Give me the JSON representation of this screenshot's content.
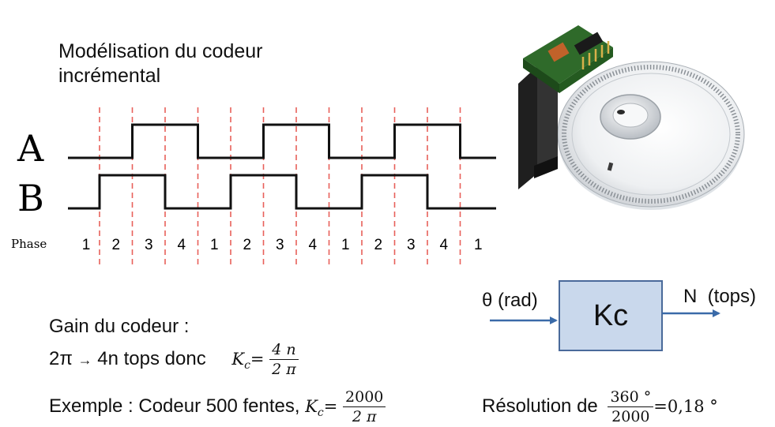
{
  "title": "Modélisation du codeur incrémental",
  "timing": {
    "signal_a_label": "A",
    "signal_b_label": "B",
    "phase_label": "Phase",
    "phases": [
      "1",
      "2",
      "3",
      "4",
      "1",
      "2",
      "3",
      "4",
      "1",
      "2",
      "3",
      "4",
      "1"
    ],
    "signal_a": [
      0,
      0,
      1,
      1,
      0,
      0,
      1,
      1,
      0,
      0,
      1,
      1,
      0
    ],
    "signal_b": [
      0,
      1,
      1,
      0,
      0,
      1,
      1,
      0,
      0,
      1,
      1,
      0,
      0
    ],
    "colors": {
      "signal": "#111111",
      "divider": "#e8605a"
    }
  },
  "block": {
    "input_label": "θ (rad)",
    "gain_label": "Kc",
    "output_label": "N  (tops)",
    "colors": {
      "fill": "#c9d8ec",
      "stroke": "#4a6a9a",
      "arrow": "#3a6aa8"
    }
  },
  "gain": {
    "title": "Gain du codeur :",
    "lhs": "2π",
    "arrow": "→",
    "rhs": "4n tops donc",
    "k_symbol": "K",
    "k_sub": "c",
    "equals": "=",
    "num": "4 n",
    "den": "2 π"
  },
  "example": {
    "text": "Exemple : Codeur 500 fentes,",
    "k_symbol": "K",
    "k_sub": "c",
    "equals": "=",
    "num": "2000",
    "den": "2 π"
  },
  "resolution": {
    "text": "Résolution de",
    "num": "360 °",
    "den": "2000",
    "result": "=0,18 °"
  }
}
